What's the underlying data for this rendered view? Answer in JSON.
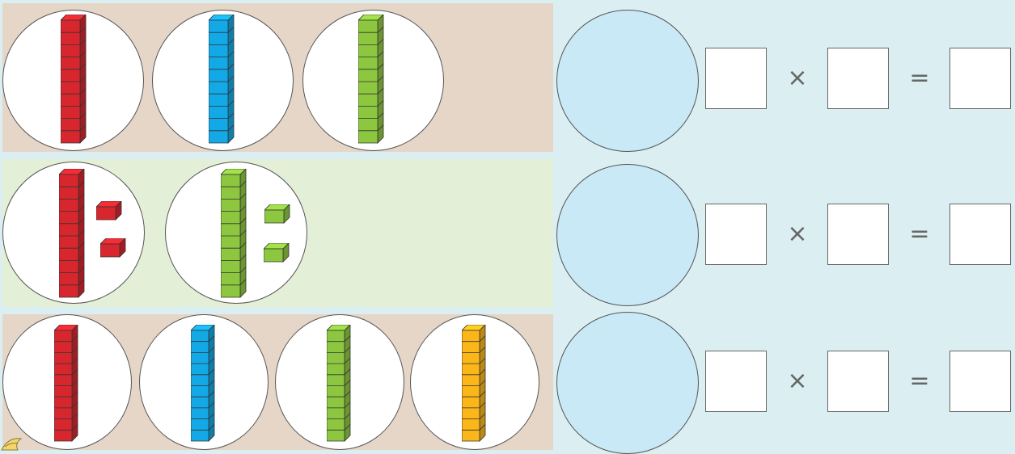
{
  "colors": {
    "red": "#d8262e",
    "blue": "#13a9e6",
    "green": "#8dc63f",
    "yellow": "#fbb61a",
    "band_tan": "#e5d6c8",
    "band_green": "#e3efd7",
    "answer_circle": "#c9e9f6",
    "background": "#dbeff2"
  },
  "rows": [
    {
      "groups": [
        {
          "color": "red",
          "rods": 1,
          "cubes": 0
        },
        {
          "color": "blue",
          "rods": 1,
          "cubes": 0
        },
        {
          "color": "green",
          "rods": 1,
          "cubes": 0
        }
      ],
      "times_symbol": "×",
      "equals_symbol": "="
    },
    {
      "groups": [
        {
          "color": "red",
          "rods": 1,
          "cubes": 2
        },
        {
          "color": "green",
          "rods": 1,
          "cubes": 2
        }
      ],
      "times_symbol": "×",
      "equals_symbol": "="
    },
    {
      "groups": [
        {
          "color": "red",
          "rods": 1,
          "cubes": 0
        },
        {
          "color": "blue",
          "rods": 1,
          "cubes": 0
        },
        {
          "color": "green",
          "rods": 1,
          "cubes": 0
        },
        {
          "color": "yellow",
          "rods": 1,
          "cubes": 0
        }
      ],
      "times_symbol": "×",
      "equals_symbol": "="
    }
  ]
}
